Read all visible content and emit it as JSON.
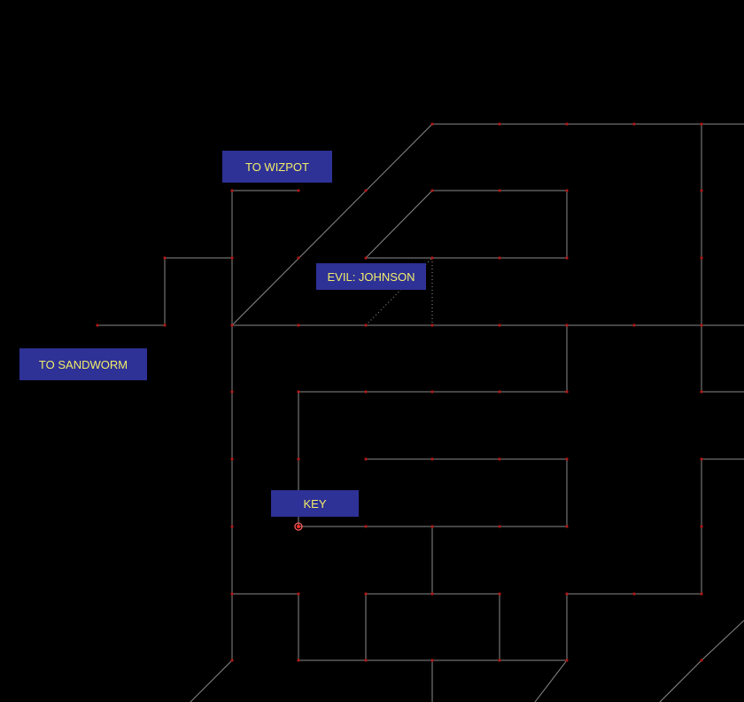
{
  "labels": {
    "to_wizpot": "TO WIZPOT",
    "to_sandworm": "TO SANDWORM",
    "evil": "EVIL: JOHNSON",
    "key": "KEY"
  },
  "colors": {
    "background": "#000000",
    "path": "#8a8a8a",
    "node": "#b01818",
    "label_bg": "#2e3196",
    "label_text": "#f2ee6a",
    "player_marker": "#ff3b3b"
  },
  "icons": {
    "player": "player-location-marker",
    "node": "map-node-dot"
  }
}
